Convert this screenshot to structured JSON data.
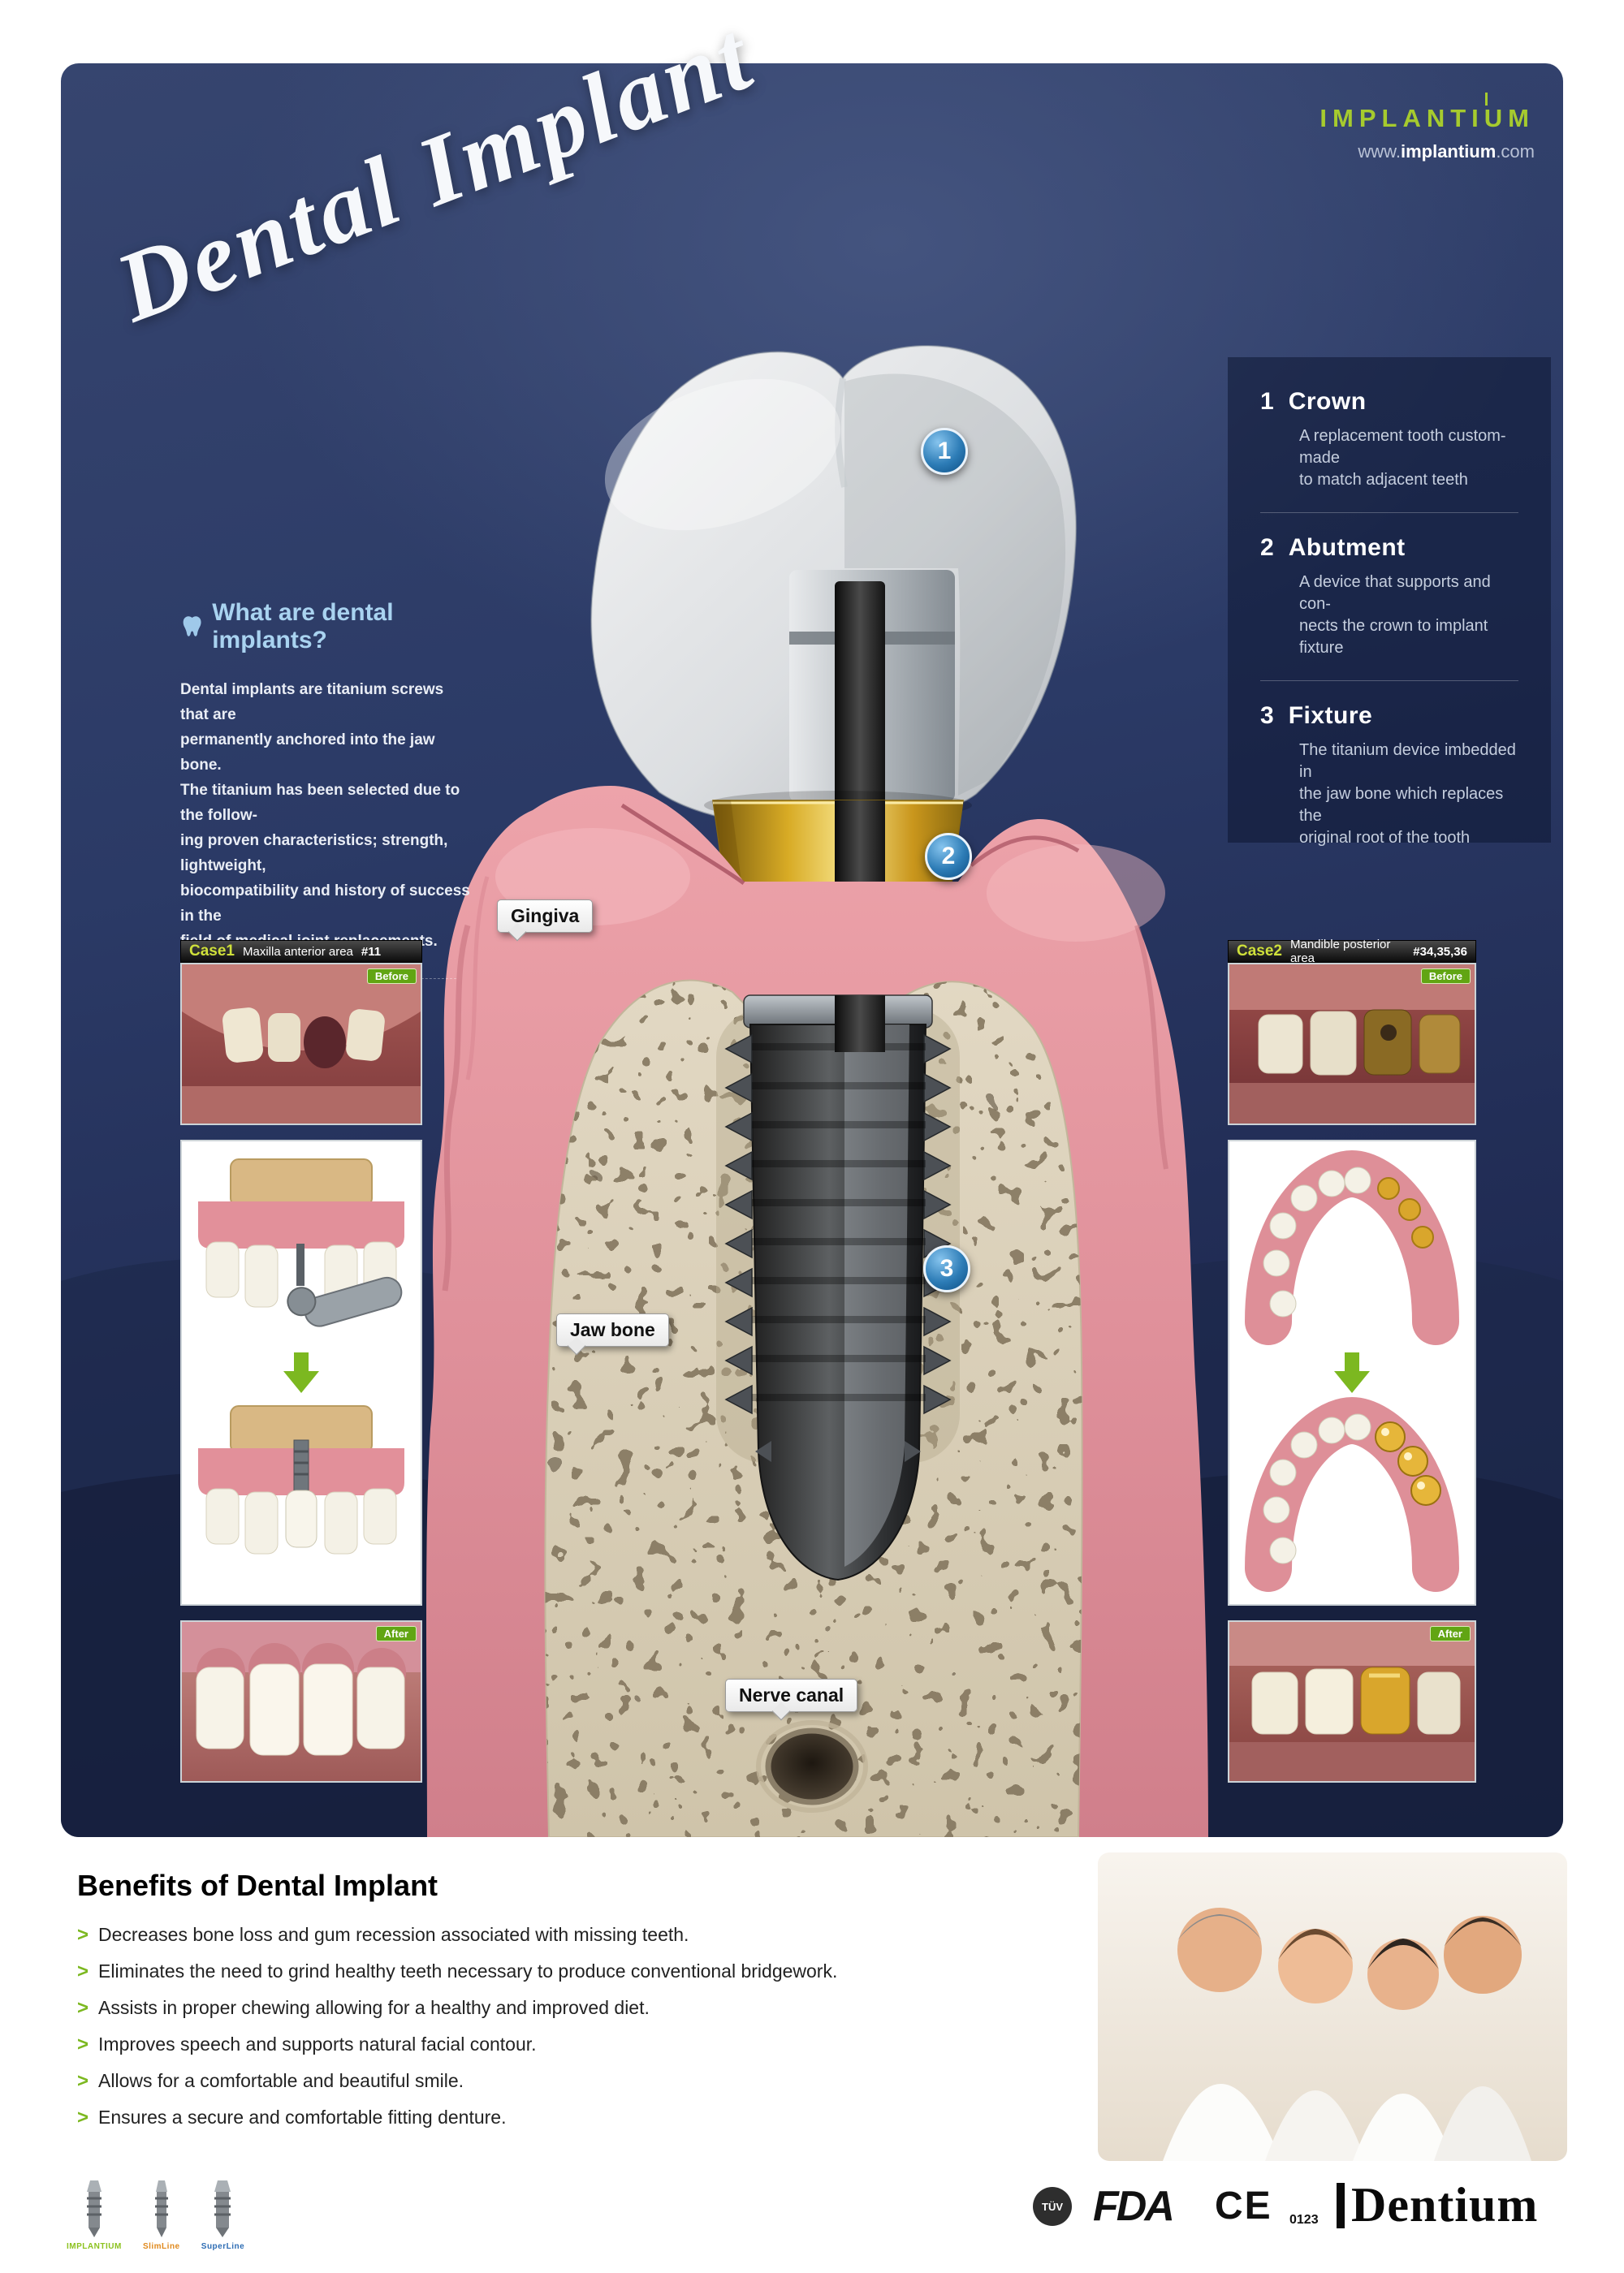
{
  "colors": {
    "accent_green": "#8cc21f",
    "navy": "#2b3a6b",
    "marker_blue": "#1769a8",
    "gold": "#d8ab25"
  },
  "poster": {
    "title": "Dental Implant",
    "brand": {
      "name": "IMPLANTIUM",
      "url_prefix": "www.",
      "url_domain": "implantium",
      "url_suffix": ".com"
    },
    "intro": {
      "heading": "What are dental implants?",
      "body_lines": [
        "Dental implants are titanium screws that are",
        "permanently anchored into the jaw bone.",
        "The titanium has been selected due to the follow-",
        "ing proven characteristics; strength, lightweight,",
        "biocompatibility and history of success in the",
        "field of medical joint replacements."
      ]
    },
    "parts": [
      {
        "num": "1",
        "name": "Crown",
        "desc_lines": [
          "A replacement tooth custom-made",
          "to match adjacent teeth",
          ""
        ]
      },
      {
        "num": "2",
        "name": "Abutment",
        "desc_lines": [
          "A device that supports and con-",
          "nects the crown to implant fixture",
          ""
        ]
      },
      {
        "num": "3",
        "name": "Fixture",
        "desc_lines": [
          "The titanium device imbedded in",
          "the jaw bone which replaces the",
          "original root of the tooth"
        ]
      }
    ],
    "diagram": {
      "labels": {
        "gingiva": "Gingiva",
        "jaw_bone": "Jaw bone",
        "nerve_canal": "Nerve canal"
      }
    },
    "case1": {
      "label": "Case1",
      "area": "Maxilla anterior area",
      "teeth": "#11",
      "before_tag": "Before",
      "after_tag": "After"
    },
    "case2": {
      "label": "Case2",
      "area": "Mandible posterior area",
      "teeth": "#34,35,36",
      "before_tag": "Before",
      "after_tag": "After"
    }
  },
  "benefits": {
    "heading": "Benefits of Dental Implant",
    "items": [
      "Decreases bone loss and gum recession associated with missing teeth.",
      "Eliminates the need to grind healthy teeth necessary to produce conventional bridgework.",
      "Assists in proper chewing allowing for a healthy and improved diet.",
      "Improves speech and supports natural facial contour.",
      "Allows for a comfortable and beautiful smile.",
      "Ensures a secure and comfortable fitting denture."
    ]
  },
  "footer": {
    "tuv": "TÜV",
    "fda": "FDA",
    "ce": "CE",
    "ce_code": "0123",
    "dentium": "Dentium",
    "products": [
      {
        "name": "IMPLANTIUM",
        "color": "#8cc21f"
      },
      {
        "name": "SlimLine",
        "color": "#e08a1e"
      },
      {
        "name": "SuperLine",
        "color": "#2e6db4"
      }
    ]
  }
}
